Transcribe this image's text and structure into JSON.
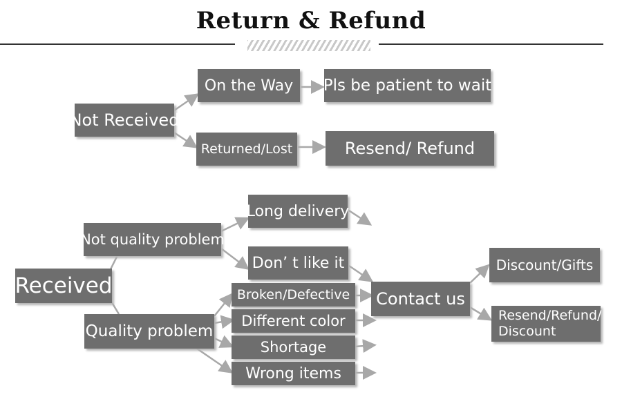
{
  "title": "Return & Refund",
  "colors": {
    "box_fill": "#6e6e6e",
    "box_text": "#ffffff",
    "arrow": "#a8a8a8",
    "title": "#111111"
  },
  "nodes": {
    "not_received": "Not Received",
    "on_the_way": "On the Way",
    "patient": "Pls be patient to wait",
    "returned_lost": "Returned/Lost",
    "resend_refund_top": "Resend/ Refund",
    "received": "Received",
    "not_quality_problem": "Not quality problem",
    "long_delivery": "Long delivery",
    "dont_like_it": "Don’  t like it",
    "quality_problem": "Quality problem",
    "broken_defective": "Broken/Defective",
    "different_color": "Different color",
    "shortage": "Shortage",
    "wrong_items": "Wrong items",
    "contact_us": "Contact us",
    "discount_gifts": "Discount/Gifts",
    "resend_refund_discount": "Resend/Refund/ Discount"
  }
}
